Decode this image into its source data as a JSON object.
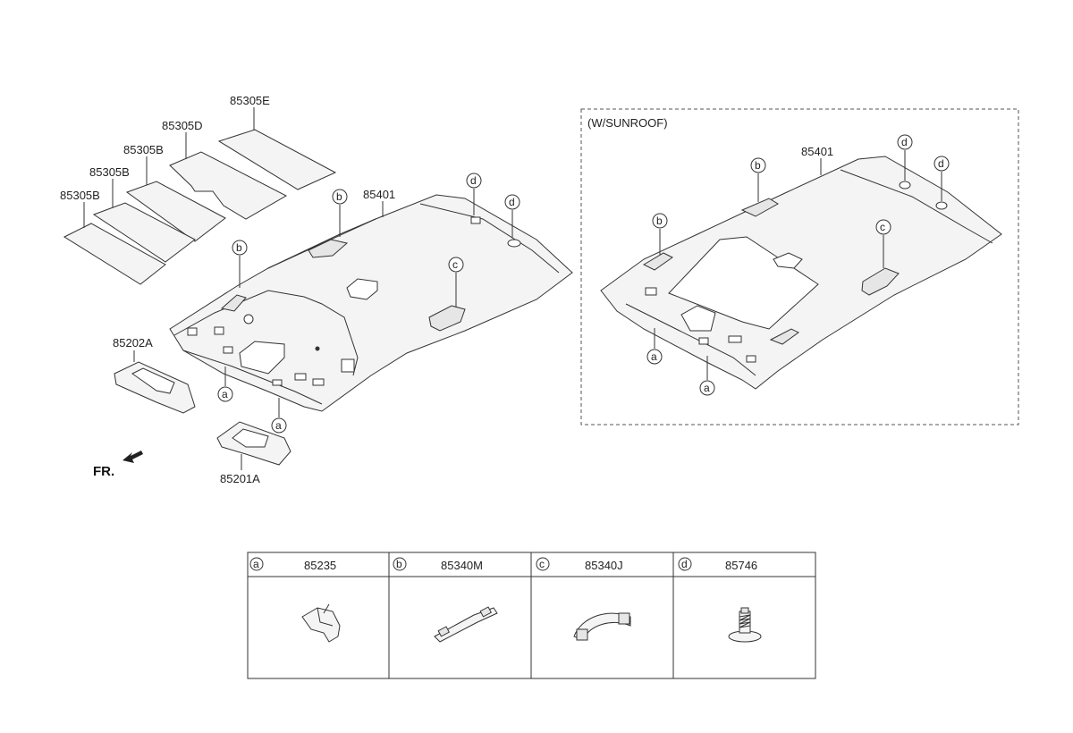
{
  "main_labels": {
    "p85305E": "85305E",
    "p85305D": "85305D",
    "p85305B_1": "85305B",
    "p85305B_2": "85305B",
    "p85305B_3": "85305B",
    "p85401_main": "85401",
    "p85202A": "85202A",
    "p85201A": "85201A",
    "fr": "FR."
  },
  "callouts": {
    "a": "a",
    "b": "b",
    "c": "c",
    "d": "d"
  },
  "sunroof": {
    "title": "(W/SUNROOF)",
    "part": "85401"
  },
  "legend": {
    "cells": [
      {
        "letter": "a",
        "part": "85235"
      },
      {
        "letter": "b",
        "part": "85340M"
      },
      {
        "letter": "c",
        "part": "85340J"
      },
      {
        "letter": "d",
        "part": "85746"
      }
    ]
  }
}
